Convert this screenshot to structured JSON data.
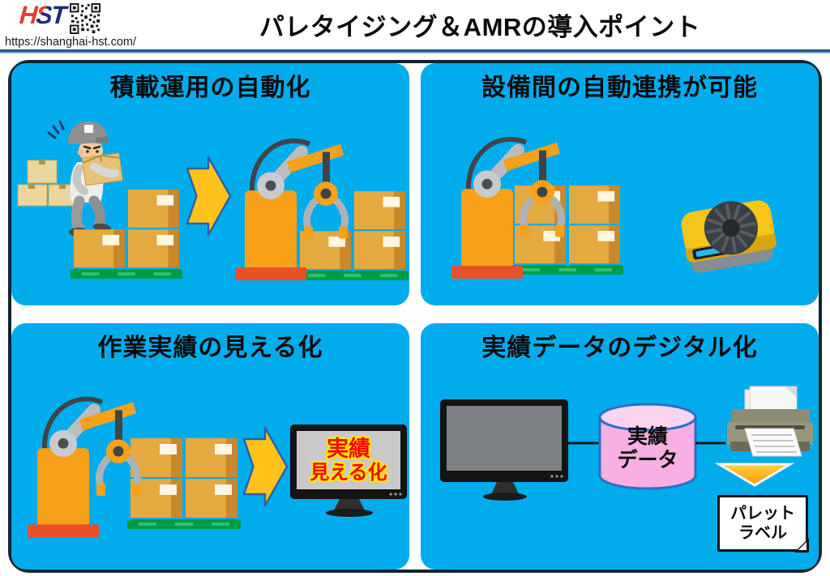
{
  "header": {
    "logo": {
      "h": "H",
      "s": "S",
      "t": "T"
    },
    "url": "https://shanghai-hst.com/",
    "title": "パレタイジング＆AMRの導入ポイント"
  },
  "panels": [
    {
      "title": "積載運用の自動化"
    },
    {
      "title": "設備間の自動連携が可能"
    },
    {
      "title": "作業実績の見える化",
      "monitor_text": {
        "line1": "実績",
        "line2": "見える化"
      }
    },
    {
      "title": "実績データのデジタル化",
      "database": {
        "line1": "実績",
        "line2": "データ"
      },
      "label_card": {
        "line1": "パレット",
        "line2": "ラベル"
      }
    }
  ],
  "colors": {
    "panel_bg": "#00ACEC",
    "frame": "#13222F",
    "arrow_fill": "#FFC21A",
    "arrow_outline": "#2D5FA8",
    "robot_orange": "#F7A11A",
    "robot_base_red": "#E8502A",
    "pallet_green": "#009B44",
    "box_orange": "#E4A93F",
    "amr_yellow": "#F5C518",
    "db_pink": "#F8AFE2",
    "db_outline": "#2C6FC4",
    "monitor_text_red": "#FE0500",
    "monitor_text_outline": "#FFE600",
    "logo_red": "#E23B32",
    "logo_navy": "#1E2A78",
    "header_rule_blue": "#2A5D8F"
  }
}
